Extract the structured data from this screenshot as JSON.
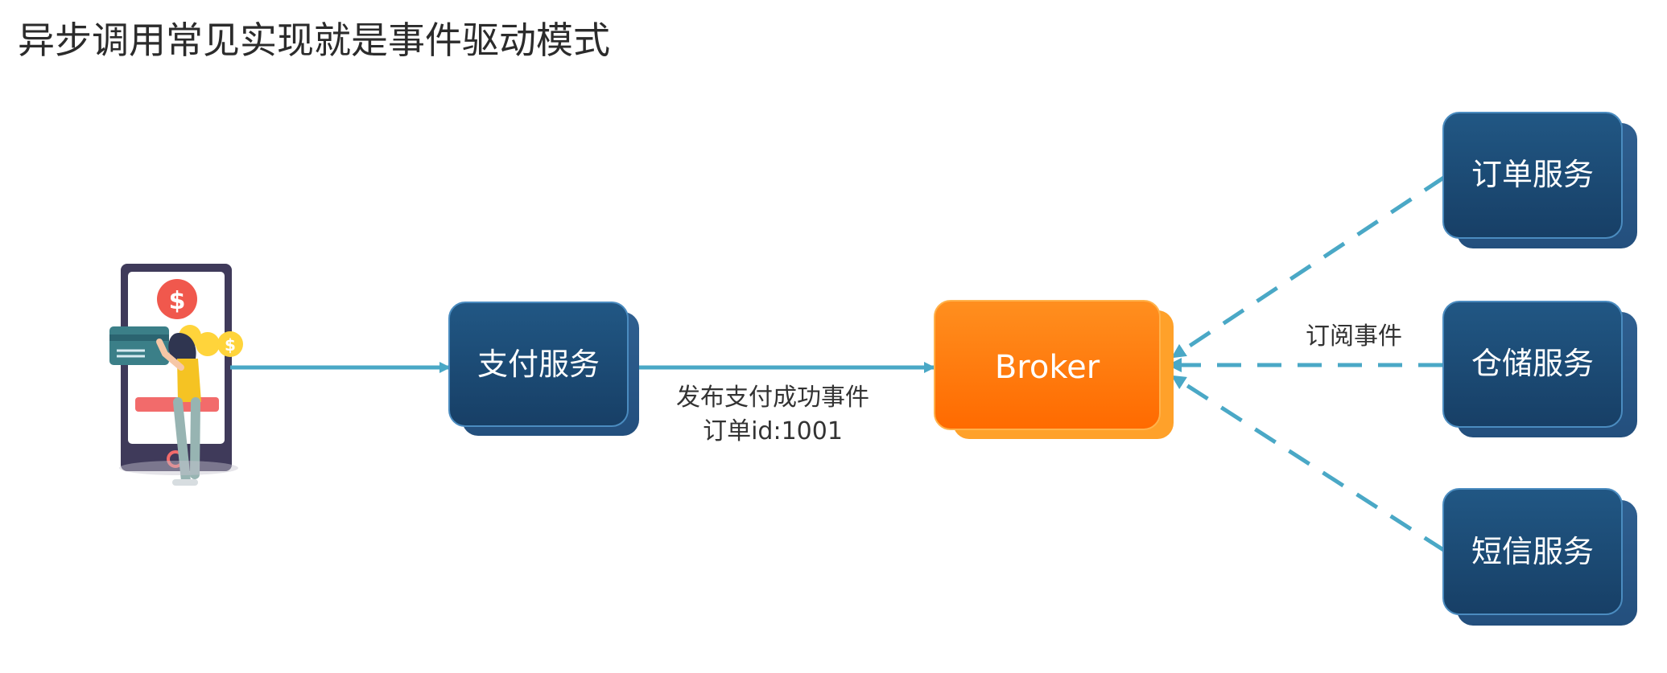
{
  "title": "异步调用常见实现就是事件驱动模式",
  "nodes": {
    "payment": "支付服务",
    "broker": "Broker",
    "order": "订单服务",
    "storage": "仓储服务",
    "sms": "短信服务"
  },
  "edges": {
    "publish_line1": "发布支付成功事件",
    "publish_line2": "订单id:1001",
    "subscribe": "订阅事件"
  },
  "user_illustration": {
    "coin_symbol": "$"
  },
  "colors": {
    "service_box": "#1b4d78",
    "broker_box": "#ff7a10",
    "arrow": "#4aa8c6"
  },
  "icons": [
    "mobile-payment-illustration"
  ]
}
